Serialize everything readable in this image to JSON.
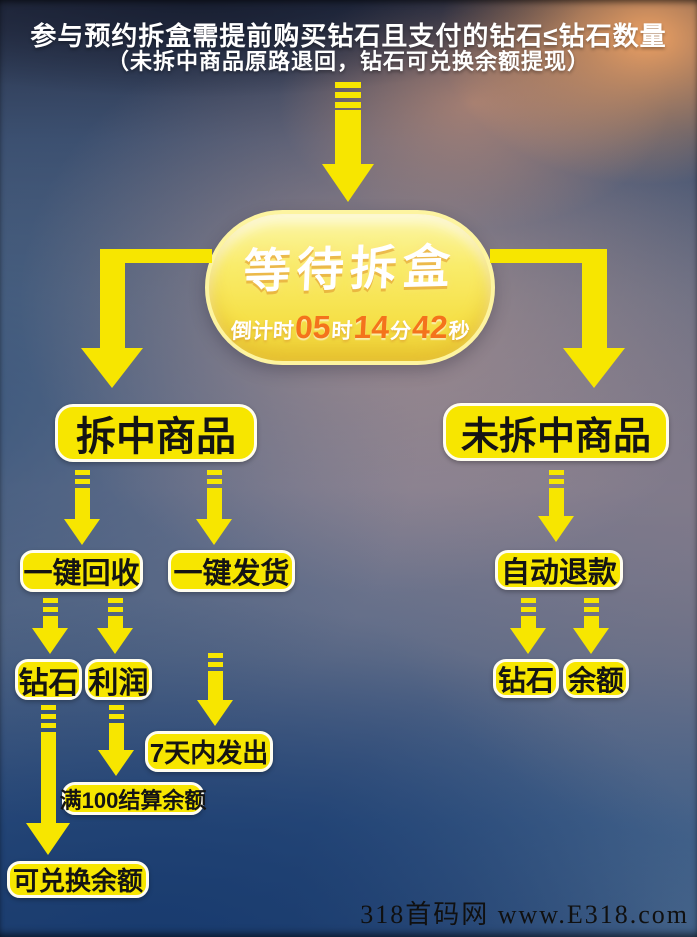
{
  "colors": {
    "arrow_yellow": "#f7e600",
    "box_fill": "#f7e600",
    "box_border": "#fffdf0",
    "box_text": "#141414",
    "notice_text": "#ffffff",
    "countdown_number": "#f4731c",
    "button_fill_top": "#fcf6a8",
    "button_fill_bottom": "#eecf33",
    "watermark_text": "#101010"
  },
  "notice": {
    "line1": "参与预约拆盒需提前购买钻石且支付的钻石≤钻石数量",
    "line2": "（未拆中商品原路退回，钻石可兑换余额提现）"
  },
  "button": {
    "label": "等待拆盒",
    "countdown": {
      "prefix": "倒计时",
      "hours": "05",
      "hours_unit": "时",
      "minutes": "14",
      "minutes_unit": "分",
      "seconds": "42",
      "seconds_unit": "秒"
    }
  },
  "nodes": {
    "won": "拆中商品",
    "not_won": "未拆中商品",
    "one_key_recycle": "一键回收",
    "one_key_ship": "一键发货",
    "diamond_left": "钻石",
    "profit": "利润",
    "ship_in_7_days": "7天内发出",
    "settle_at_100": "满100结算余额",
    "redeemable_balance": "可兑换余额",
    "auto_refund": "自动退款",
    "diamond_right": "钻石",
    "balance": "余额"
  },
  "watermark": "318首码网 www.E318.com"
}
